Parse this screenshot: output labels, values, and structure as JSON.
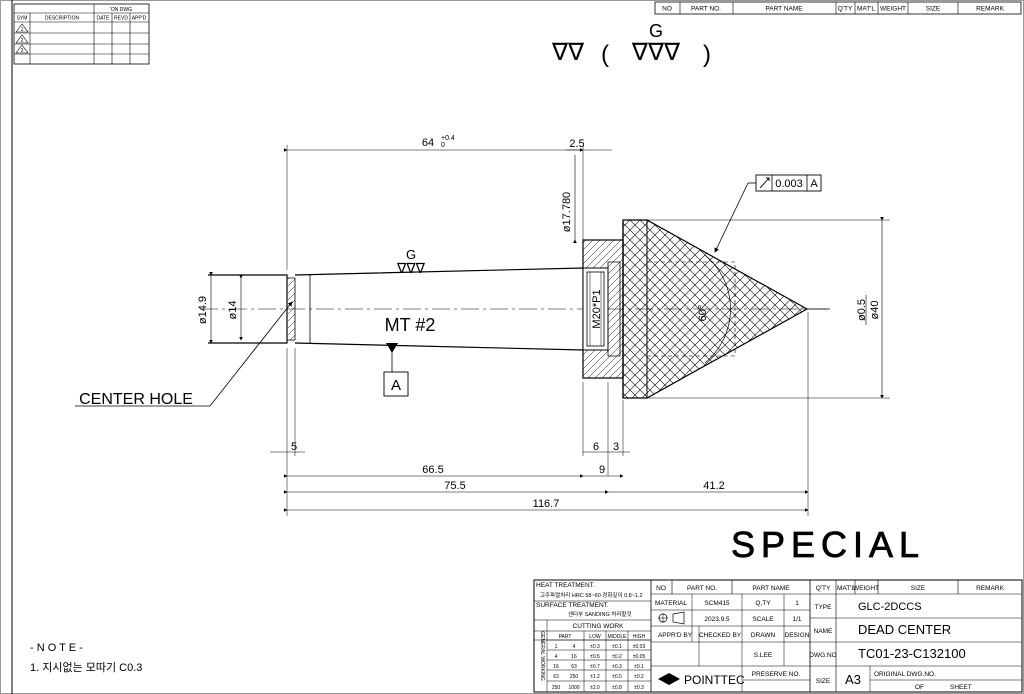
{
  "revision_table": {
    "group_header": "'ON DWG",
    "headers": [
      "SYM",
      "DESCRIPTION",
      "DATE",
      "REVD",
      "APP'D"
    ],
    "symbols": [
      "1",
      "2",
      "3"
    ]
  },
  "parts_header": {
    "columns": [
      "NO",
      "PART NO.",
      "PART NAME",
      "Q'TY",
      "MAT'L",
      "WEIGHT",
      "SIZE",
      "REMARK"
    ]
  },
  "surface_finish": {
    "general_mark": "∇∇",
    "open_paren": "(",
    "g_letter": "G",
    "g_mark": "∇∇∇",
    "close_paren": ")"
  },
  "dimensions": {
    "length_64": "64",
    "tol_upper": "+0.4",
    "tol_lower": "0",
    "len_2_5": "2.5",
    "dia_17_78": "ø17.780",
    "runout": "0.003",
    "runout_datum": "A",
    "g_grind": "G",
    "g_grind_mark": "∇∇∇",
    "dia_14_9": "ø14.9",
    "dia_14": "ø14",
    "taper_label": "MT #2",
    "thread": "M20*P1",
    "angle": "60°",
    "dia_0_5": "ø0.5",
    "dia_40": "ø40",
    "datum_a": "A",
    "center_hole": "CENTER HOLE",
    "len_5": "5",
    "len_6": "6",
    "len_3": "3",
    "len_66_5": "66.5",
    "len_9": "9",
    "len_75_5": "75.5",
    "len_41_2": "41.2",
    "len_116_7": "116.7"
  },
  "special_label": "SPECIAL",
  "note": {
    "title": "- N O T E -",
    "line1": "1. 지시없는 모따기 C0.3"
  },
  "title_block": {
    "heat_treatment_label": "HEAT TREATMENT.",
    "heat_treatment_value": "고주파열처리 HRC 58~60 경화깊이 0.8~1.2",
    "surface_treatment_label": "SURFACE TREATMENT.",
    "surface_treatment_value": "센터부 SANDING 처리할것",
    "cutting_work": "CUTTING WORK",
    "general_working": "GENERAL WORKING",
    "cut_headers": [
      "PART",
      "LOW",
      "MIDDLE",
      "HIGH"
    ],
    "cut_rows": [
      [
        "1",
        "4",
        "±0.3",
        "±0.1",
        "±0.03"
      ],
      [
        "4",
        "16",
        "±0.5",
        "±0.2",
        "±0.05"
      ],
      [
        "16",
        "63",
        "±0.7",
        "±0.3",
        "±0.1"
      ],
      [
        "63",
        "250",
        "±1.2",
        "±0.5",
        "±0.2"
      ],
      [
        "250",
        "1000",
        "±2.0",
        "±0.8",
        "±0.3"
      ]
    ],
    "columns": [
      "NO",
      "PART NO.",
      "PART NAME",
      "Q'TY",
      "MAT'L",
      "WEIGHT",
      "SIZE",
      "REMARK"
    ],
    "material_label": "MATERIAL",
    "material_value": "SCM415",
    "qty_label": "Q,TY",
    "qty_value": "1",
    "date_value": "2023.9.5",
    "scale_label": "SCALE",
    "scale_value": "1/1",
    "apprd_label": "APPR'D BY",
    "checked_label": "CHECKED BY",
    "drawn_label": "DRAWN",
    "design_label": "DESIGN",
    "drawn_value": "S.LEE",
    "type_label": "TYPE",
    "type_value": "GLC-2DCCS",
    "name_label": "NAME",
    "name_value": "DEAD CENTER",
    "dwgno_label": "DWG.NO",
    "dwgno_value": "TC01-23-C132100",
    "size_label": "SIZE",
    "size_value": "A3",
    "company": "POINTTEC",
    "preserve_label": "PRESERVE NO.",
    "original_label": "ORIGINAL DWG.NO.",
    "of_label": "OF",
    "sheet_label": "SHEET"
  }
}
